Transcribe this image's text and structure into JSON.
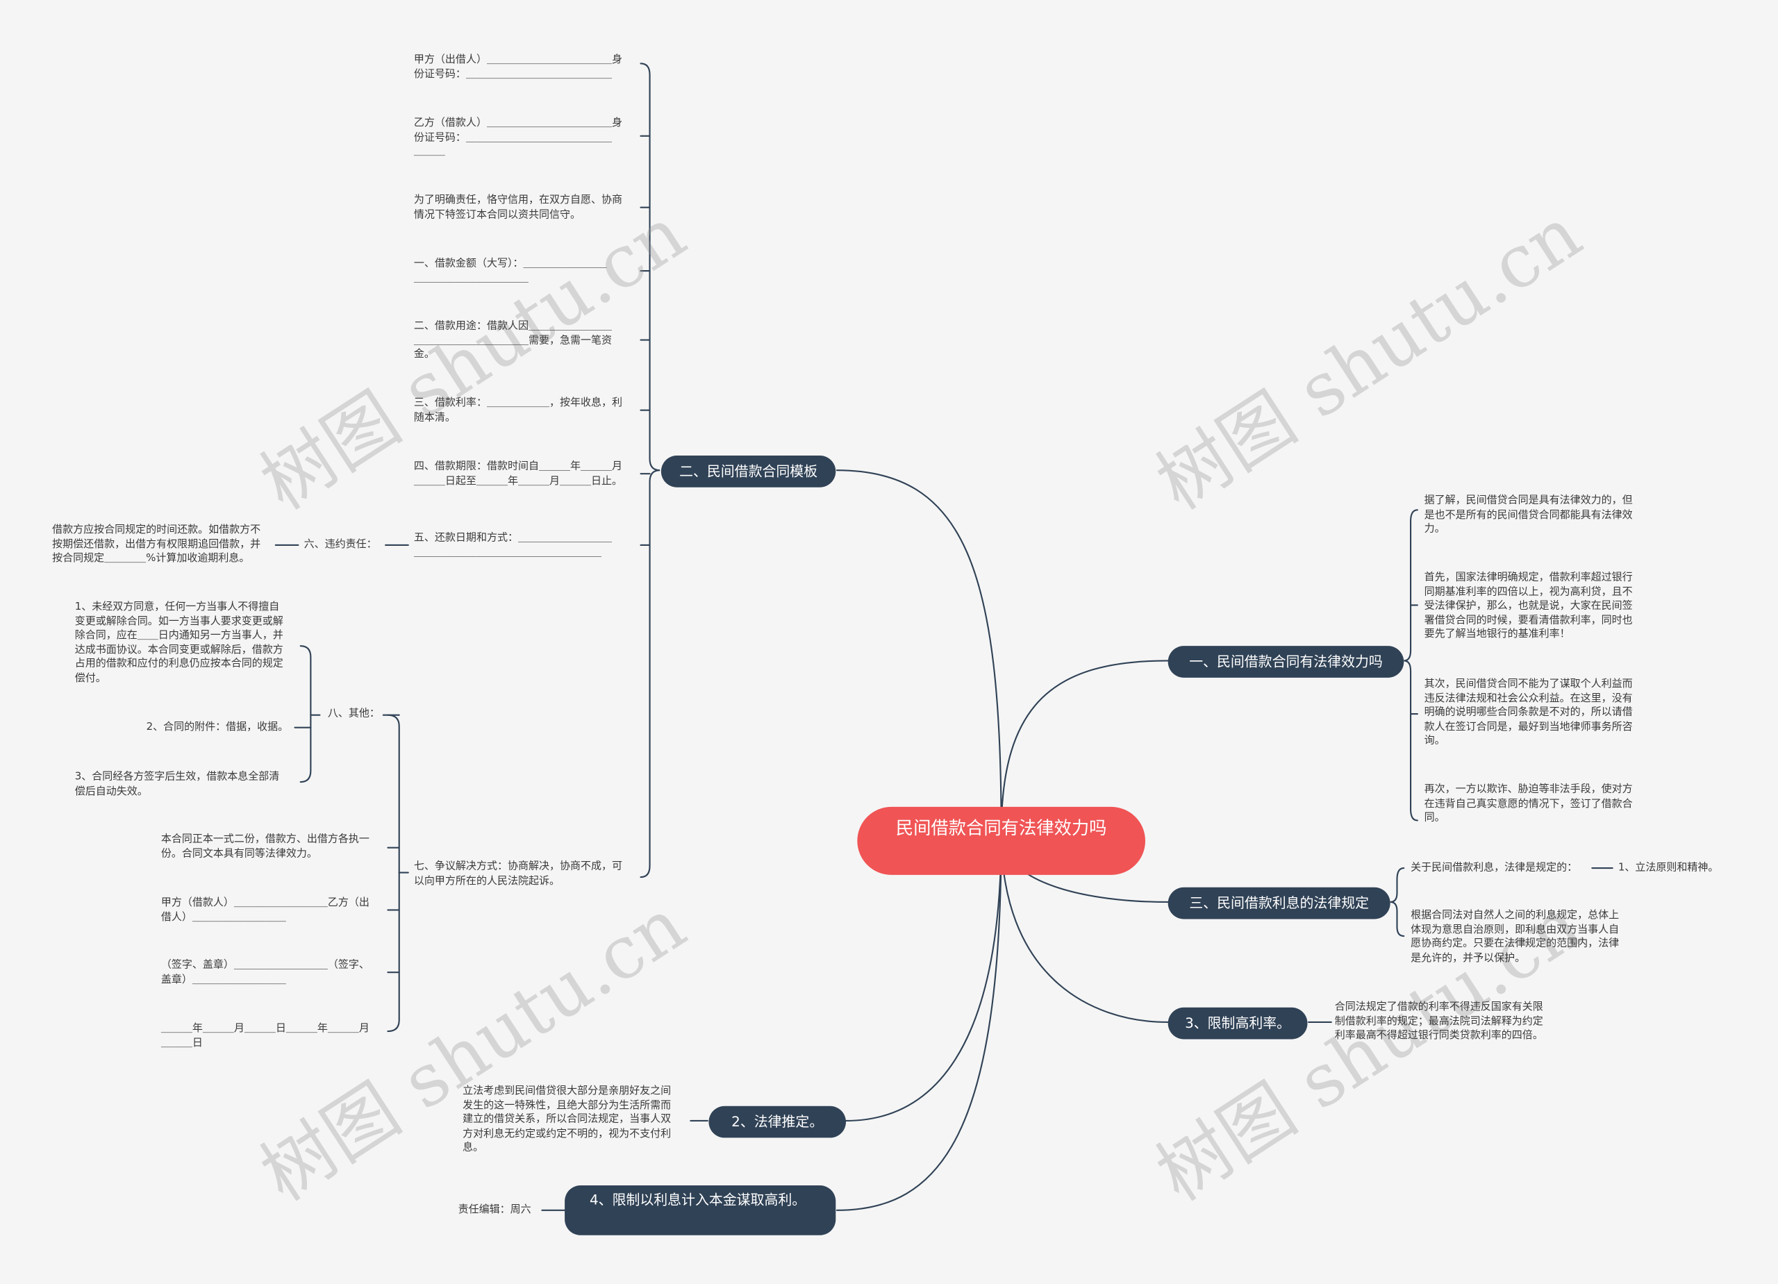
{
  "root": "民间借款合同有法律效力吗",
  "branches": {
    "b1": "一、民间借款合同有法律效力吗",
    "b2": "二、民间借款合同模板",
    "b3": "三、民间借款利息的法律规定",
    "b4": "3、限制高利率。",
    "b5": "2、法律推定。",
    "b6": "4、限制以利息计入本金谋取高利。"
  },
  "b1_items": [
    "据了解，民间借贷合同是具有法律效力的，但\n是也不是所有的民间借贷合同都能具有法律效\n力。",
    "首先，国家法律明确规定，借款利率超过银行\n同期基准利率的四倍以上，视为高利贷，且不\n受法律保护，那么，也就是说，大家在民间签\n署借贷合同的时候，要看清借款利率，同时也\n要先了解当地银行的基准利率！",
    "其次，民间借贷合同不能为了谋取个人利益而\n违反法律法规和社会公众利益。在这里，没有\n明确的说明哪些合同条款是不对的，所以请借\n款人在签订合同是，最好到当地律师事务所咨\n询。",
    "再次，一方以欺诈、胁迫等非法手段，使对方\n在违背自己真实意愿的情况下，签订了借款合\n同。"
  ],
  "b2_items": [
    "甲方（出借人）＿＿＿＿＿＿＿＿＿＿＿＿身\n份证号码：＿＿＿＿＿＿＿＿＿＿＿＿＿＿",
    "乙方（借款人）＿＿＿＿＿＿＿＿＿＿＿＿身\n份证号码：＿＿＿＿＿＿＿＿＿＿＿＿＿＿\n＿＿＿",
    "为了明确责任，恪守信用，在双方自愿、协商\n情况下特签订本合同以资共同信守。",
    "一、借款金额（大写）：＿＿＿＿＿＿＿＿\n＿＿＿＿＿＿＿＿＿＿＿",
    "二、借款用途：借款人因＿＿＿＿＿＿＿＿\n＿＿＿＿＿＿＿＿＿＿＿需要，急需一笔资\n金。",
    "三、借款利率：＿＿＿＿＿＿，按年收息，利\n随本清。",
    "四、借款期限：借款时间自＿＿＿年＿＿＿月\n＿＿＿日起至＿＿＿年＿＿＿月＿＿＿日止。",
    "五、还款日期和方式：＿＿＿＿＿＿＿＿＿\n＿＿＿＿＿＿＿＿＿＿＿＿＿＿＿＿＿＿",
    "七、争议解决方式：协商解决，协商不成，可\n以向甲方所在的人民法院起诉。"
  ],
  "sec6": {
    "label": "六、违约责任：",
    "text": "借款方应按合同规定的时间还款。如借款方不\n按期偿还借款，出借方有权限期追回借款，并\n按合同规定＿＿＿＿%计算加收逾期利息。"
  },
  "sec8": {
    "label": "八、其他：",
    "sub1": "1、未经双方同意，任何一方当事人不得擅自\n变更或解除合同。如一方当事人要求变更或解\n除合同，应在＿＿日内通知另一方当事人，并\n达成书面协议。本合同变更或解除后，借款方\n占用的借款和应付的利息仍应按本合同的规定\n偿付。",
    "sub2": "2、合同的附件：借据，收据。",
    "sub3": "3、合同经各方签字后生效，借款本息全部清\n偿后自动失效。",
    "items": [
      "本合同正本一式二份，借款方、出借方各执一\n份。合同文本具有同等法律效力。",
      "甲方（借款人）＿＿＿＿＿＿＿＿＿乙方（出\n借人）＿＿＿＿＿＿＿＿＿",
      "（签字、盖章）＿＿＿＿＿＿＿＿＿（签字、\n盖章）＿＿＿＿＿＿＿＿＿",
      "＿＿＿年＿＿＿月＿＿＿日＿＿＿年＿＿＿月\n＿＿＿日"
    ]
  },
  "b3": {
    "item1": "关于民间借款利息，法律是规定的：",
    "item1_sub": "1、立法原则和精神。",
    "item2": "根据合同法对自然人之间的利息规定，总体上\n体现为意思自治原则，即利息由双方当事人自\n愿协商约定。只要在法律规定的范围内，法律\n是允许的，并予以保护。"
  },
  "b4_text": "合同法规定了借款的利率不得违反国家有关限\n制借款利率的规定；最高法院司法解释为约定\n利率最高不得超过银行同类贷款利率的四倍。",
  "b5_text": "立法考虑到民间借贷很大部分是亲朋好友之间\n发生的这一特殊性，且绝大部分为生活所需而\n建立的借贷关系，所以合同法规定，当事人双\n方对利息无约定或约定不明的，视为不支付利\n息。",
  "b6_text": "责任编辑：周六",
  "watermark": "树图 shutu.cn",
  "colors": {
    "root": "#f05455",
    "branch": "#304256",
    "line": "#304256",
    "background": "#f5f5f5"
  }
}
